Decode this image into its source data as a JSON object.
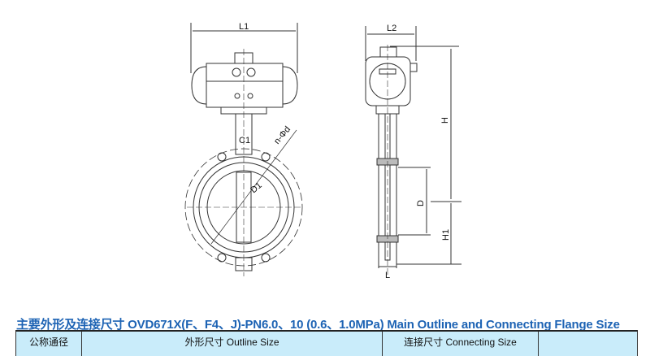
{
  "drawing": {
    "front_view": {
      "dim_L1": "L1",
      "dim_C1": "C1",
      "dim_D1": "D1",
      "dim_n_phi_d": "n-Φd"
    },
    "side_view": {
      "dim_L2": "L2",
      "dim_H": "H",
      "dim_D": "D",
      "dim_H1": "H1",
      "dim_L": "L"
    }
  },
  "title": "主要外形及连接尺寸 OVD671X(F、F4、J)-PN6.0、10 (0.6、1.0MPa)  Main Outline and Connecting Flange Size",
  "table": {
    "headers": [
      "公称通径",
      "外形尺寸 Outline Size",
      "连接尺寸 Connecting Size",
      ""
    ]
  },
  "colors": {
    "title": "#1d63b4",
    "header_bg": "#c9ecfa"
  }
}
